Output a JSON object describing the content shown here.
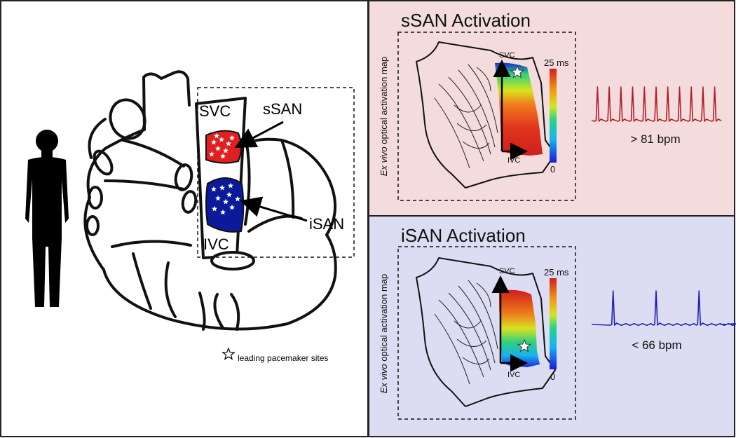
{
  "left_panel": {
    "labels": {
      "svc": "SVC",
      "ivc": "IVC",
      "ssan": "sSAN",
      "isan": "iSAN"
    },
    "legend": {
      "icon": "star-outline-icon",
      "text": "leading pacemaker sites"
    },
    "colors": {
      "ssan_region": "#e02020",
      "isan_region": "#0a1a9a",
      "stars": "#ffffff",
      "silhouette": "#000000"
    }
  },
  "top_panel": {
    "title": "sSAN Activation",
    "side_label_italic": "Ex vivo",
    "side_label_rest": " optical activation map",
    "map_svc": "SVC",
    "map_ivc": "IVC",
    "scale_max": "25 ms",
    "scale_min": "0",
    "rate": "> 81 bpm",
    "background": "#f4dcdc",
    "trace_color": "#b01e2a",
    "spike_count": 11
  },
  "bottom_panel": {
    "title": "iSAN Activation",
    "side_label_italic": "Ex vivo",
    "side_label_rest": " optical activation map",
    "map_svc": "SVC",
    "map_ivc": "IVC",
    "scale_max": "25 ms",
    "scale_min": "0",
    "rate": "< 66 bpm",
    "background": "#dcdcf2",
    "trace_color": "#1f1fb8",
    "spike_count": 3
  }
}
